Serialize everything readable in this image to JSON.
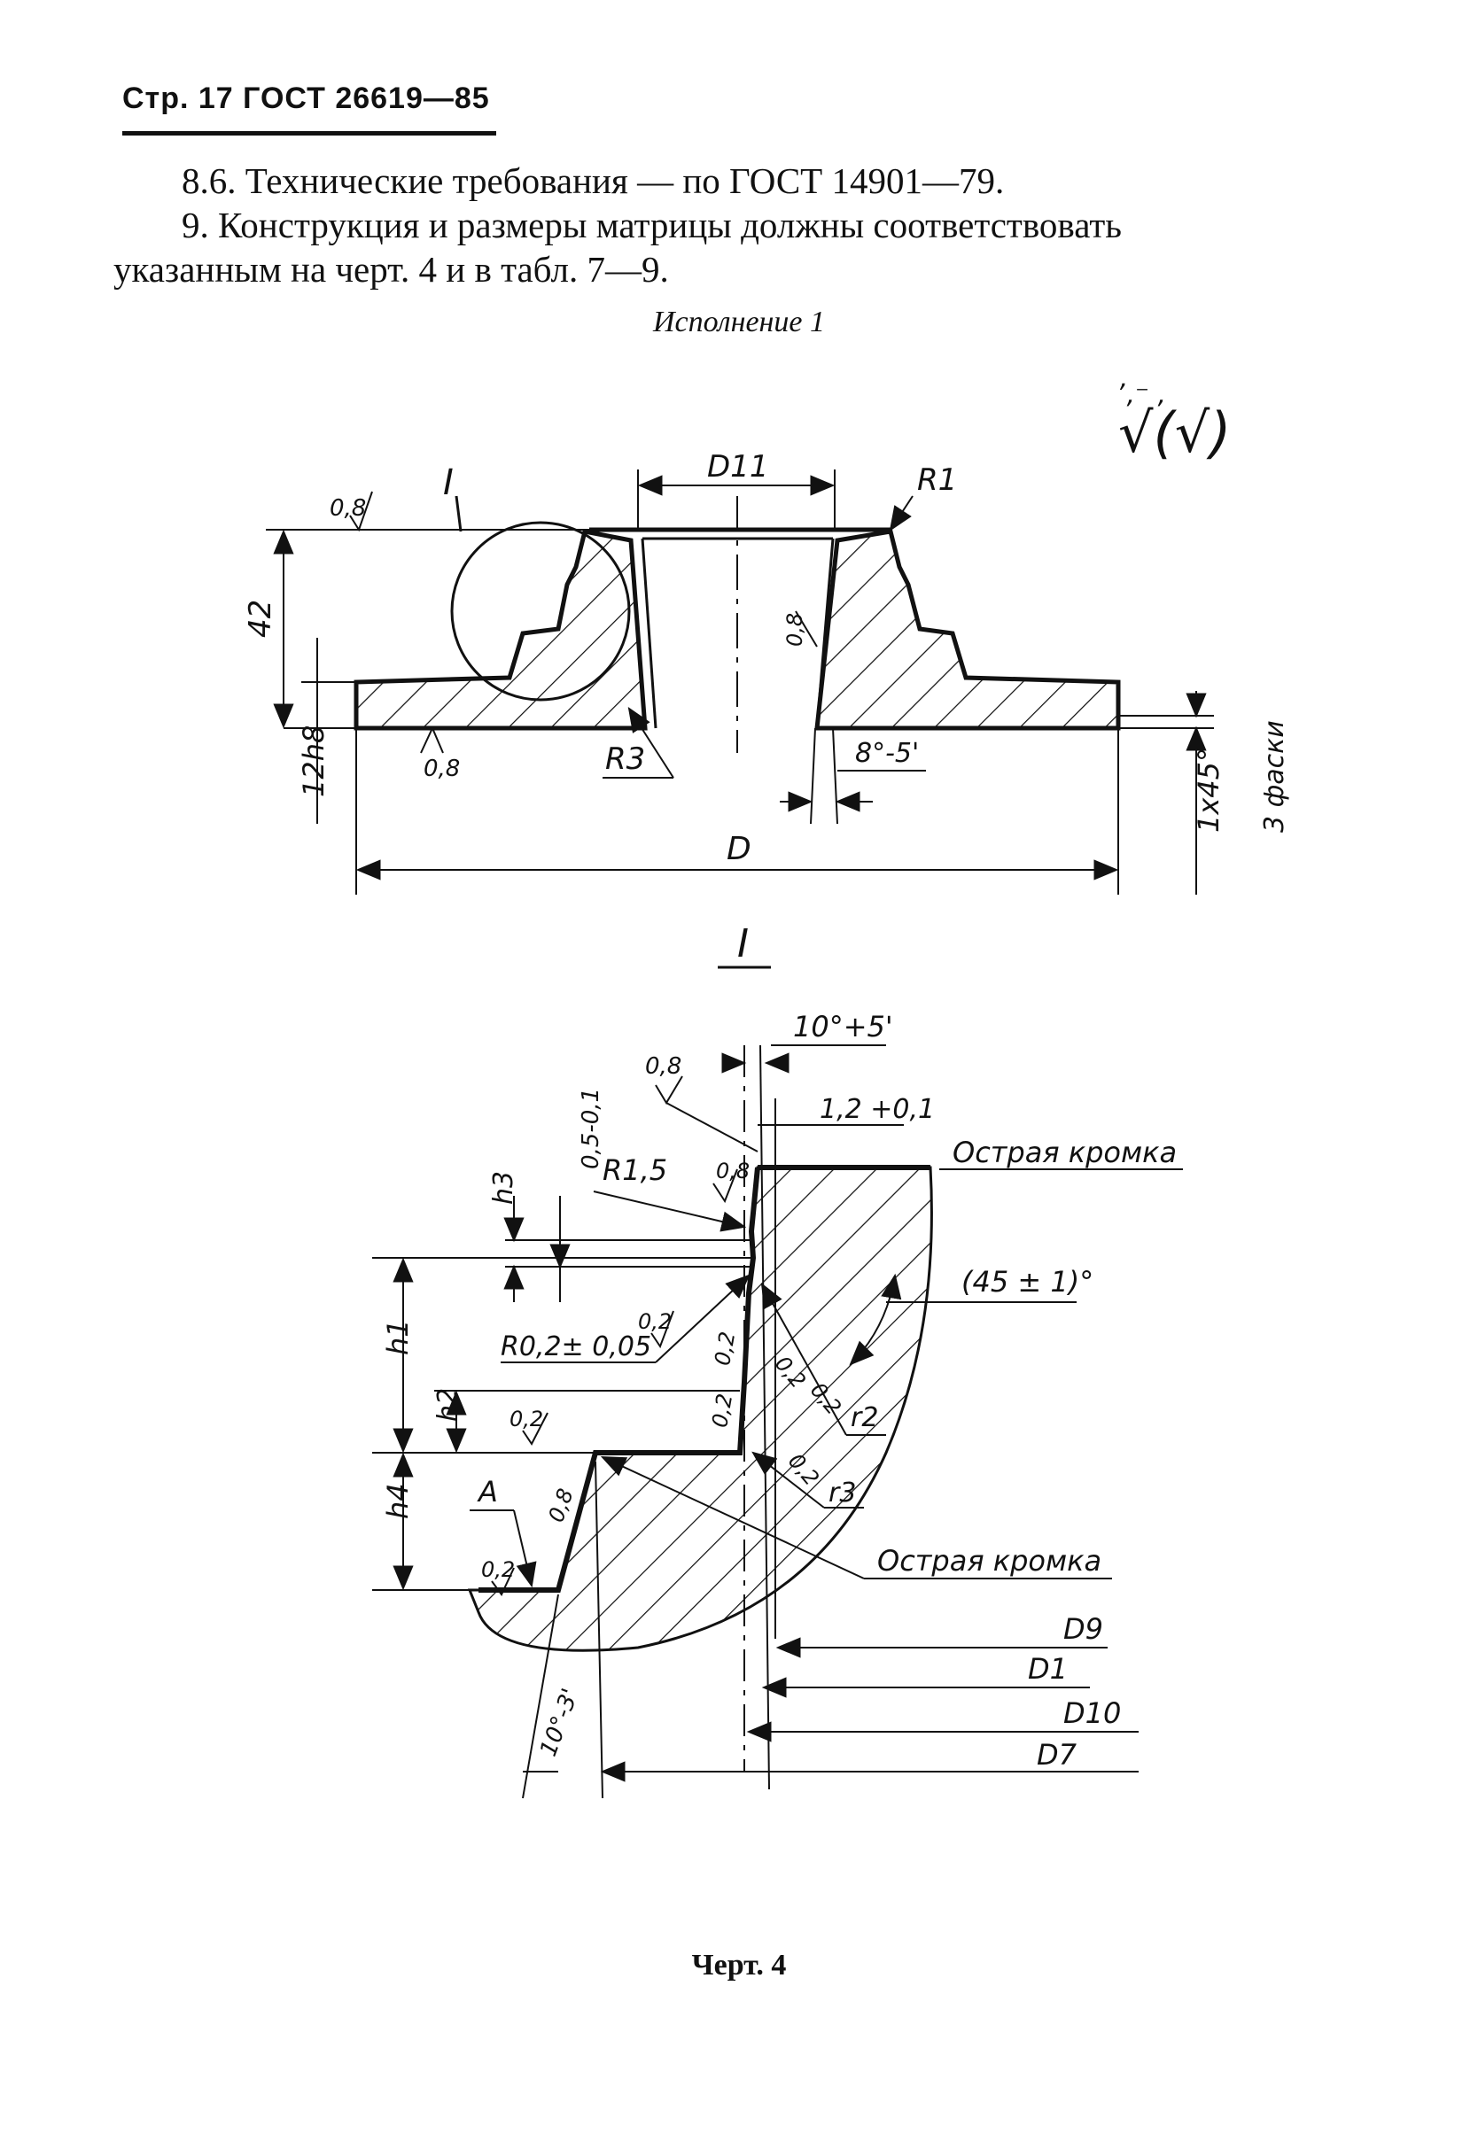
{
  "header": {
    "page": "Стр. 17 ГОСТ 26619—85"
  },
  "paragraphs": [
    "8.6. Технические требования — по ГОСТ 14901—79.",
    "9. Конструкция и размеры матрицы должны соответствовать",
    "указанным на черт. 4 и в табл. 7—9."
  ],
  "figure": {
    "caption_top": "Исполнение 1",
    "caption_bottom": "Черт. 4",
    "surface_mark": "√(√)",
    "main_view": {
      "d11": "D11",
      "r1": "R1",
      "r3": "R3",
      "h42": "42",
      "h12": "12h8",
      "ra_top": "0,8",
      "ra_bottom": "0,8",
      "ra_bore": "0,8",
      "taper": "8°-5'",
      "d": "D",
      "chamfer": "1x45°",
      "chamfer_note": "3 фаски",
      "detail_ref": "I"
    },
    "detail_view": {
      "title": "I",
      "angle_top": "10°+5'",
      "ra_edge": "0,8",
      "width": "1,2 +0,1",
      "sharp_edge_1": "Острая кромка",
      "sharp_edge_2": "Острая кромка",
      "r15": "R1,5",
      "ra_r15": "0,8",
      "h3": "h3",
      "tol": "0,5-0,1",
      "angle_45": "(45 ± 1)°",
      "r02": "R0,2± 0,05",
      "ra_02a": "0,2",
      "ra_02b": "0,2",
      "ra_02c": "0,2",
      "ra_02d": "0,2",
      "ra_02e": "0,2",
      "ra_02f": "0,2",
      "ra_02g": "0,2",
      "ra_02h": "0,2",
      "h1": "h1",
      "h2": "h2",
      "h4": "h4",
      "r2": "r2",
      "r3": "r3",
      "a": "A",
      "ra_08": "0,8",
      "d9": "D9",
      "d1": "D1",
      "d10": "D10",
      "d7": "D7",
      "angle_bottom": "10°-3'"
    }
  }
}
